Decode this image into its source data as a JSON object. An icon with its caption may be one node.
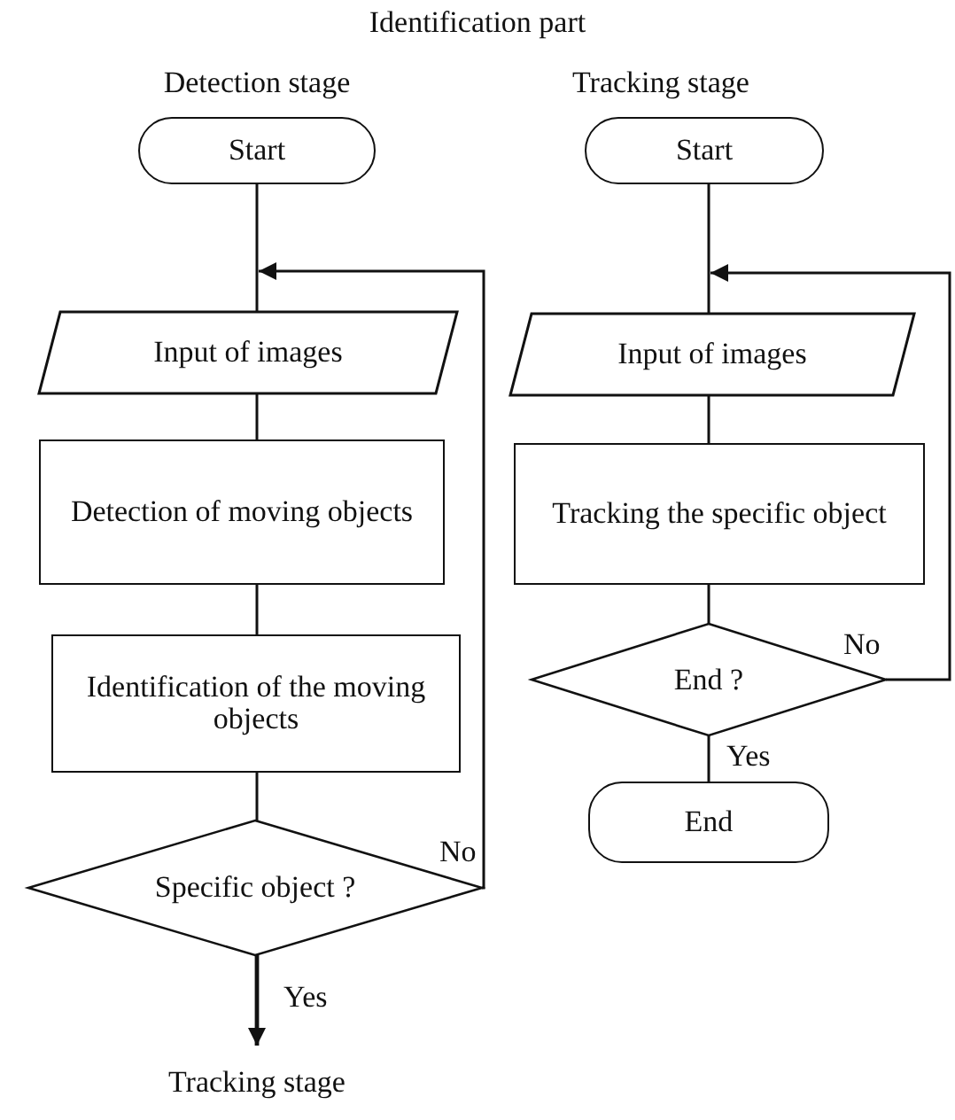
{
  "diagram": {
    "title": "Identification part",
    "nodes": [
      {
        "text": [
          "Start"
        ]
      },
      {
        "text": [
          "Input of images"
        ]
      },
      {
        "text": [
          "Detection of moving objects"
        ]
      },
      {
        "text": [
          "Identification of the moving objects"
        ]
      },
      {
        "text": [
          "Specific object ?"
        ]
      },
      {
        "text": [
          "Tracking stage"
        ]
      },
      {
        "text": [
          "Start"
        ]
      },
      {
        "text": [
          "Input of images"
        ]
      },
      {
        "text": [
          "Tracking the specific object"
        ]
      },
      {
        "text": [
          "End ?"
        ]
      },
      {
        "text": [
          "End"
        ]
      }
    ],
    "edges": [
      {
        "from": 0,
        "to": 1,
        "arrow": "none"
      },
      {
        "from": 1,
        "to": 2,
        "arrow": "none"
      },
      {
        "from": 2,
        "to": 3,
        "arrow": "none"
      },
      {
        "from": 3,
        "to": 4,
        "arrow": "none"
      },
      {
        "from": 4,
        "to": 1,
        "arrow": "to",
        "label": "No"
      },
      {
        "from": 4,
        "to": 5,
        "arrow": "to",
        "label": "Yes"
      },
      {
        "from": 6,
        "to": 7,
        "arrow": "none"
      },
      {
        "from": 7,
        "to": 8,
        "arrow": "none"
      },
      {
        "from": 8,
        "to": 9,
        "arrow": "none"
      },
      {
        "from": 9,
        "to": 7,
        "arrow": "to",
        "label": "No"
      },
      {
        "from": 9,
        "to": 10,
        "arrow": "none",
        "label": "Yes"
      }
    ],
    "labels": [
      "Detection stage",
      "Tracking stage"
    ]
  }
}
